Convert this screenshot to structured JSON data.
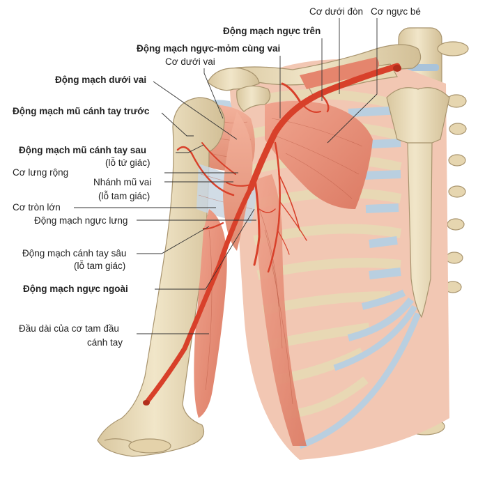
{
  "labels": {
    "co_duoi_don": "Cơ dưới đòn",
    "co_nguc_be": "Cơ ngực bé",
    "dm_nguc_tren": "Động mạch ngực trên",
    "dm_nguc_mom_cung_vai": "Động mạch ngực-mỏm cùng vai",
    "co_duoi_vai": "Cơ dưới vai",
    "dm_duoi_vai": "Động mạch dưới vai",
    "dm_mu_canh_tay_truoc": "Động mạch mũ cánh tay trước",
    "dm_mu_canh_tay_sau": "Động mạch mũ cánh tay sau",
    "lo_tu_giac": "(lỗ tứ giác)",
    "co_lung_rong": "Cơ lưng rộng",
    "nhanh_mu_vai": "Nhánh mũ vai",
    "lo_tam_giac_1": "(lỗ tam giác)",
    "co_tron_lon": "Cơ tròn lớn",
    "dm_nguc_lung": "Động mạch ngực lưng",
    "dm_canh_tay_sau": "Động mạch cánh tay sâu",
    "lo_tam_giac_2": "(lỗ tam giác)",
    "dm_nguc_ngoai": "Động mạch ngực ngoài",
    "dau_dai_1": "Đầu dài của cơ tam đầu",
    "dau_dai_2": "cánh tay"
  },
  "colors": {
    "bone": "#e9dcbc",
    "cartilage": "#b9cfe0",
    "muscle": "#e9907a",
    "artery": "#d8402a"
  }
}
